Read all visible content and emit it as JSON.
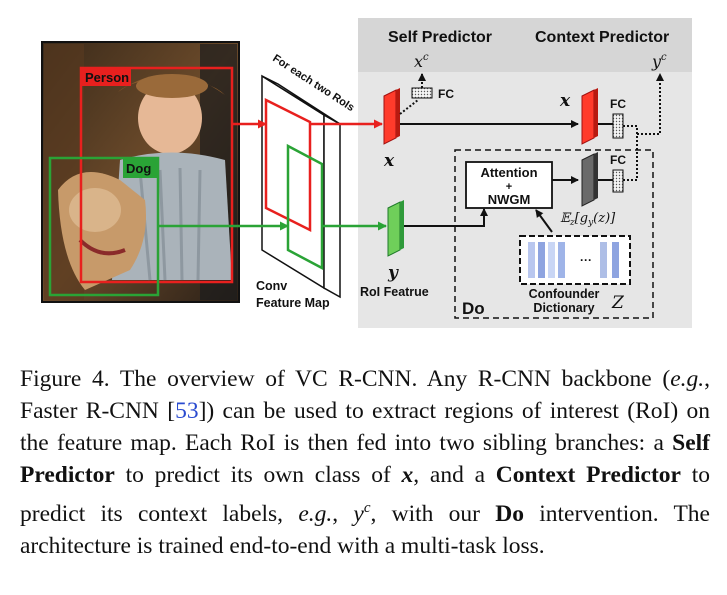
{
  "figure": {
    "self_predictor": "Self Predictor",
    "context_predictor": "Context Predictor",
    "xc": "x",
    "xc_sup": "c",
    "yc": "y",
    "yc_sup": "c",
    "fc": "FC",
    "person_label": "Person",
    "dog_label": "Dog",
    "for_each_rois": "For each two RoIs",
    "conv_line1": "Conv",
    "conv_line2": "Feature Map",
    "x_sym": "x",
    "y_sym": "y",
    "roi_feature": "RoI Featrue",
    "attention": "Attention",
    "plus": "+",
    "nwgm": "NWGM",
    "expectation": "𝔼",
    "expectation_sub": "z",
    "expectation_rest": "[g",
    "expectation_sub2": "y",
    "expectation_tail": "(z)]",
    "ellipsis": "···",
    "confounder_line1": "Confounder",
    "confounder_line2": "Dictionary",
    "z_sym": "Z",
    "do_label": "Do"
  },
  "caption": {
    "fig_num": "Figure 4.",
    "text_a": "The overview of VC R-CNN. Any R-CNN backbone (",
    "eg1": "e.g.",
    "text_b": ", Faster R-CNN [",
    "cite": "53",
    "text_c": "]) can be used to extract regions of interest (RoI) on the feature map. Each RoI is then fed into two sibling branches: a ",
    "self_predictor": "Self Predictor",
    "text_d": " to predict its own class of ",
    "x": "x",
    "text_e": ", and a ",
    "context_predictor": "Context Predictor",
    "text_f": " to predict its context labels, ",
    "eg2": "e.g.",
    "text_g": ", ",
    "yc": "y",
    "yc_sup": "c",
    "text_h": ", with our ",
    "do": "Do",
    "text_i": " intervention. The architecture is trained end-to-end with a multi-task loss."
  },
  "colors": {
    "red": "#e8201e",
    "green": "#2aa336",
    "panel_bg": "#e6e6e6",
    "panel_top": "#d6d6d6"
  }
}
